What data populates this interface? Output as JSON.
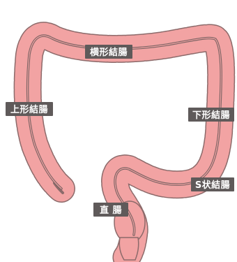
{
  "colors": {
    "wall": "#f2a3a3",
    "outline": "#8c6a6a",
    "line": "#7d6464",
    "tag": "#5f5a5a",
    "tag_text": "#ffffff"
  },
  "labels": {
    "transverse": "横形結腸",
    "ascending": "上形結腸",
    "descending": "下形結腸",
    "sigmoid": "S状結腸",
    "rectum": "直 腸"
  }
}
